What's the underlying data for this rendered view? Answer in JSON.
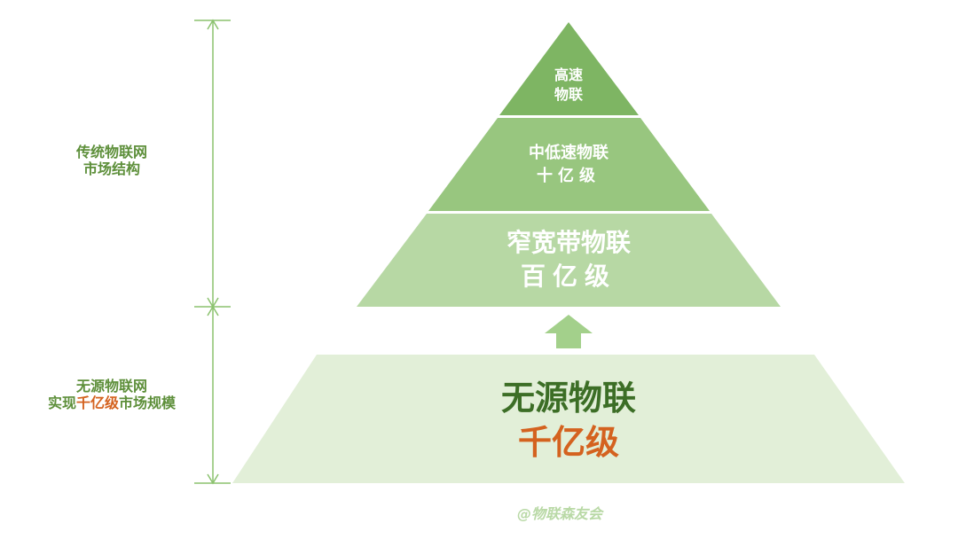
{
  "diagram": {
    "type": "pyramid",
    "colors": {
      "tier1": "#7eb563",
      "tier2": "#98c67f",
      "tier3": "#b7d8a4",
      "base": "#e2efd8",
      "arrow": "#a3d08b",
      "bracket": "#8cc26f",
      "side_text": "#5d8f3a",
      "base_text": "#3c6e26",
      "accent": "#d4621f",
      "watermark": "#b9d9a6"
    },
    "tiers": [
      {
        "line1": "高速",
        "line2": "物联"
      },
      {
        "line1": "中低速物联",
        "line2": "十亿级"
      },
      {
        "line1": "窄宽带物联",
        "line2": "百亿级"
      }
    ],
    "base": {
      "line1": "无源物联",
      "line2": "千亿级"
    },
    "side_labels": {
      "top": {
        "line1": "传统物联网",
        "line2": "市场结构"
      },
      "bottom": {
        "line1": "无源物联网",
        "line2_prefix": "实现",
        "line2_accent": "千亿级",
        "line2_suffix": "市场规模"
      }
    },
    "arrow_icon": "up-arrow-icon",
    "watermark": "@物联森友会"
  }
}
